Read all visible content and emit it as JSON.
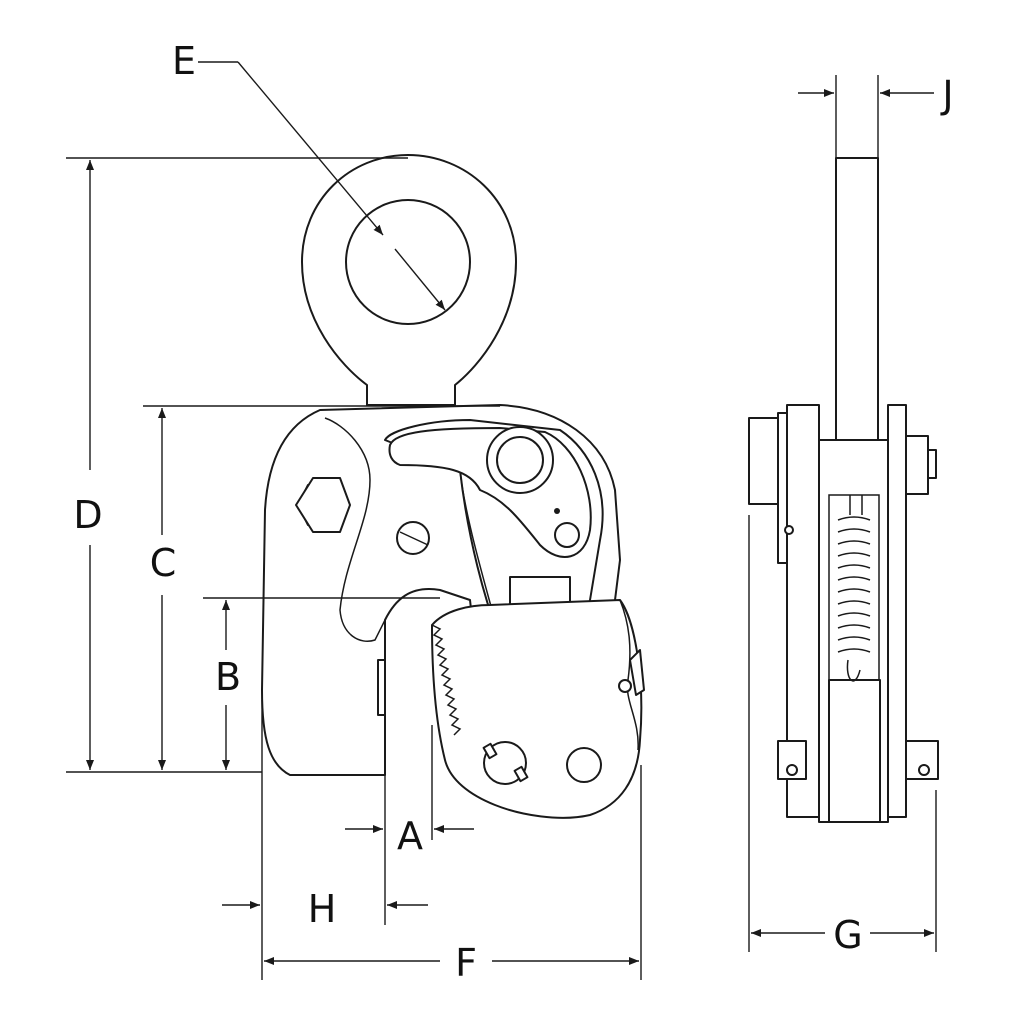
{
  "labels": {
    "a": "A",
    "b": "B",
    "c": "C",
    "d": "D",
    "e": "E",
    "f": "F",
    "g": "G",
    "h": "H",
    "j": "J"
  },
  "colors": {
    "line": "#1a1a1a",
    "background": "#ffffff"
  }
}
